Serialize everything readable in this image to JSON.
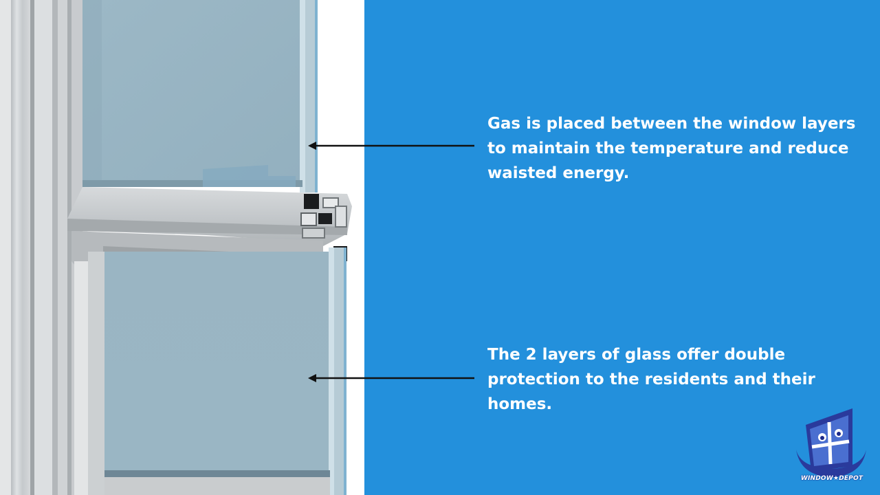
{
  "colors": {
    "panel": "#2390dc",
    "glass": "#9ab6c4",
    "frame": "#c9ccce",
    "text": "#ffffff",
    "logo_primary": "#2a3a9c",
    "logo_accent": "#4a6fd0"
  },
  "annotations": [
    {
      "id": "gas",
      "text": "Gas is placed between the window layers to maintain the temperature and reduce waisted energy."
    },
    {
      "id": "glass",
      "text": "The 2 layers of glass offer double protection to the residents and their homes."
    }
  ],
  "logo": {
    "text": "WINDOW★DEPOT",
    "icon": "window-depot-logo-icon"
  }
}
